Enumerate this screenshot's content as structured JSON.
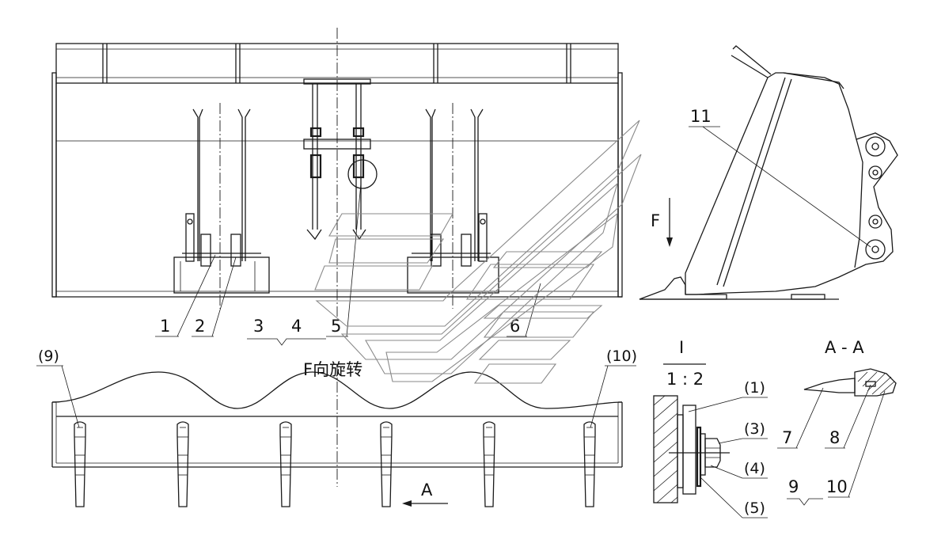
{
  "labels": {
    "top_view": {
      "n1": "1",
      "n2": "2",
      "n3": "3",
      "n4": "4",
      "n5": "5",
      "n6": "6"
    },
    "side_view": {
      "n11": "11",
      "f_arrow": "F"
    },
    "front_view": {
      "n9": "(9)",
      "n10": "(10)",
      "rotation_note": "F向旋转",
      "section_arrow": "A"
    },
    "detail_view": {
      "title": "I",
      "scale": "1 : 2",
      "n1": "(1)",
      "n3": "(3)",
      "n4": "(4)",
      "n5": "(5)"
    },
    "section_view": {
      "title": "A - A",
      "n7": "7",
      "n8": "8",
      "n9": "9",
      "n10": "10"
    }
  },
  "colors": {
    "line": "#1a1a1a",
    "watermark": "#8a8a8a",
    "background": "#ffffff"
  }
}
